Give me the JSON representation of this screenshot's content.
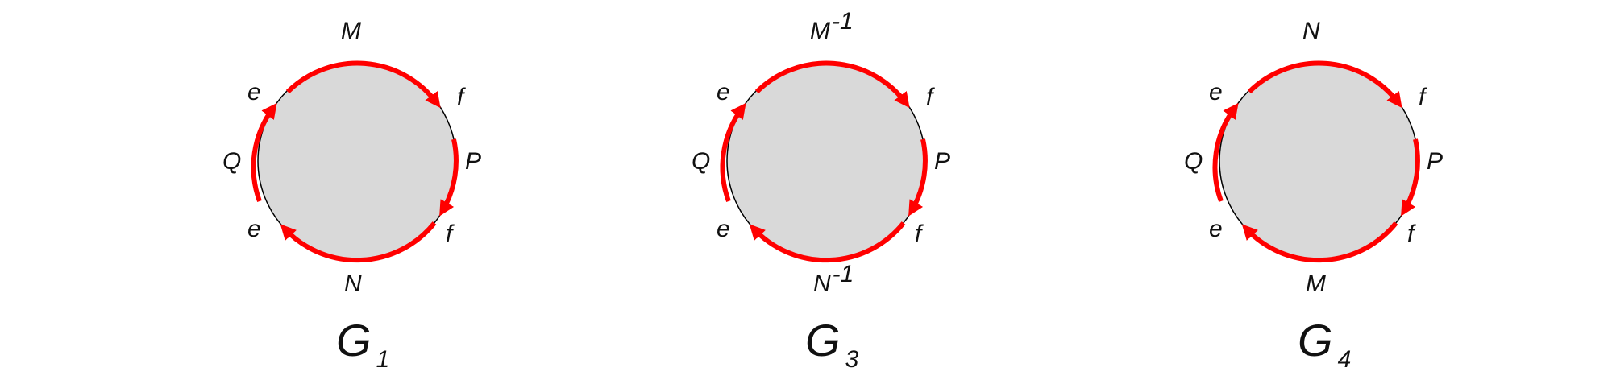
{
  "colors": {
    "arc": "#ff0000",
    "disk_fill": "#d9d9d9",
    "boundary": "#000000",
    "text": "#111111"
  },
  "diagrams": [
    {
      "title": {
        "letter": "G",
        "sub": "1"
      },
      "labels": {
        "top": {
          "text": "M",
          "sup": ""
        },
        "bottom": {
          "text": "N",
          "sup": ""
        },
        "left": "Q",
        "right": "P",
        "top_left_vertex": "e",
        "bottom_left_vertex": "e",
        "top_right_vertex": "f",
        "bottom_right_vertex": "f"
      }
    },
    {
      "title": {
        "letter": "G",
        "sub": "3"
      },
      "labels": {
        "top": {
          "text": "M",
          "sup": "-1"
        },
        "bottom": {
          "text": "N",
          "sup": "-1"
        },
        "left": "Q",
        "right": "P",
        "top_left_vertex": "e",
        "bottom_left_vertex": "e",
        "top_right_vertex": "f",
        "bottom_right_vertex": "f"
      }
    },
    {
      "title": {
        "letter": "G",
        "sub": "4"
      },
      "labels": {
        "top": {
          "text": "N",
          "sup": ""
        },
        "bottom": {
          "text": "M",
          "sup": ""
        },
        "left": "Q",
        "right": "P",
        "top_left_vertex": "e",
        "bottom_left_vertex": "e",
        "top_right_vertex": "f",
        "bottom_right_vertex": "f"
      }
    }
  ]
}
